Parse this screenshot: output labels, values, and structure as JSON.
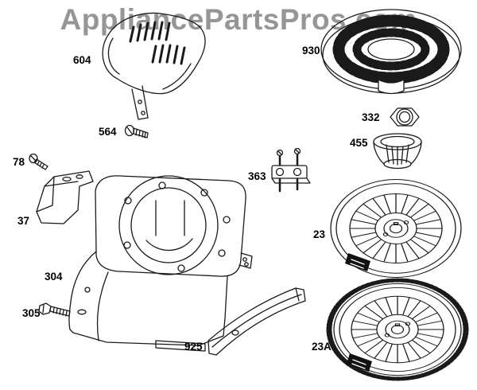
{
  "site": {
    "watermark": "AppliancePartsPros.com"
  },
  "diagram": {
    "parts": [
      {
        "label": "604"
      },
      {
        "label": "564"
      },
      {
        "label": "78"
      },
      {
        "label": "37"
      },
      {
        "label": "304"
      },
      {
        "label": "305"
      },
      {
        "label": "925"
      },
      {
        "label": "363"
      },
      {
        "label": "930"
      },
      {
        "label": "332"
      },
      {
        "label": "455"
      },
      {
        "label": "23"
      },
      {
        "label": "23A"
      }
    ]
  }
}
